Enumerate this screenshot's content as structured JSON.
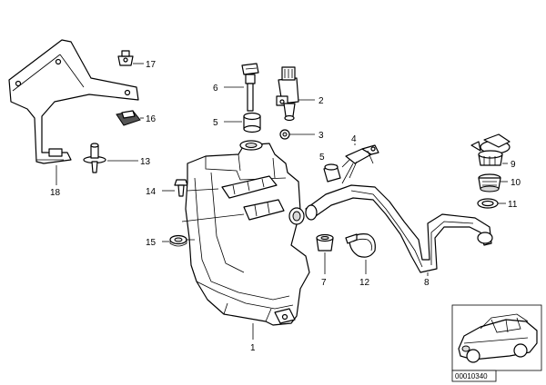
{
  "callouts": {
    "c1": "1",
    "c2": "2",
    "c3": "3",
    "c4": "4",
    "c5a": "5",
    "c5b": "5",
    "c6": "6",
    "c7": "7",
    "c8": "8",
    "c9": "9",
    "c10": "10",
    "c11": "11",
    "c12": "12",
    "c13": "13",
    "c14": "14",
    "c15": "15",
    "c16": "16",
    "c17": "17",
    "c18": "18"
  },
  "reference": {
    "diagram_id": "00010340"
  }
}
